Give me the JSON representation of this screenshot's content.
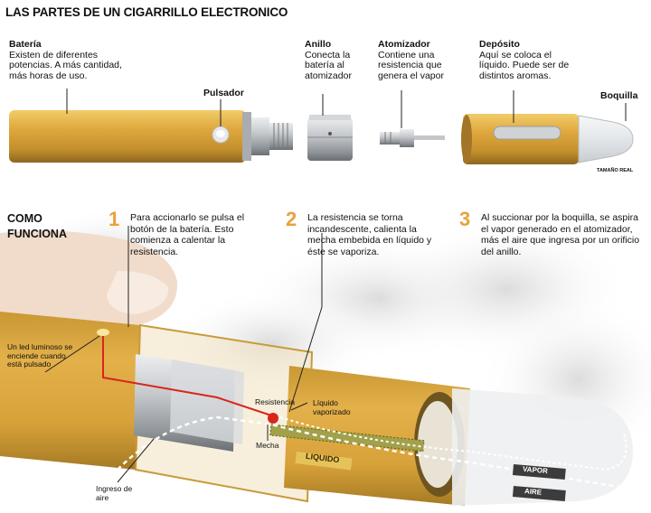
{
  "title": "LAS PARTES DE UN CIGARRILLO ELECTRONICO",
  "parts": {
    "bateria": {
      "name": "Batería",
      "desc": "Existen de diferentes potencias. A más cantidad, más horas de uso."
    },
    "pulsador": {
      "name": "Pulsador"
    },
    "anillo": {
      "name": "Anillo",
      "desc": "Conecta la batería al atomizador"
    },
    "atomizador": {
      "name": "Atomizador",
      "desc": "Contiene una resistencia que genera el vapor"
    },
    "deposito": {
      "name": "Depósito",
      "desc": "Aquí se coloca el líquido. Puede ser de distintos aromas."
    },
    "boquilla": {
      "name": "Boquilla"
    }
  },
  "scale_note": "TAMAÑO REAL",
  "how_it_works": {
    "heading_1": "COMO",
    "heading_2": "FUNCIONA",
    "steps": [
      {
        "number": "1",
        "text": "Para accionarlo se pulsa el botón de la batería. Esto comienza a calentar la resistencia."
      },
      {
        "number": "2",
        "text": "La resistencia se torna incandescente, calienta la mecha embebida en líquido y éste se vaporiza."
      },
      {
        "number": "3",
        "text": "Al succionar por la boquilla, se aspira el vapor generado en el atomizador, más el aire que ingresa por un orificio del anillo."
      }
    ]
  },
  "callouts": {
    "led": "Un led luminoso se enciende cuando está pulsado",
    "resistencia": "Resistencia",
    "liquido_vaporizado": "Líquido vaporizado",
    "mecha": "Mecha",
    "liquido": "LIQUIDO",
    "ingreso_aire": "Ingreso de aire",
    "vapor": "VAPOR",
    "aire": "AIRE"
  },
  "colors": {
    "gold": "#d9a43a",
    "gold_dark": "#b7862a",
    "steel": "#b9bcc0",
    "accent_number": "#e9a23b",
    "resistance_red": "#d8261c"
  }
}
